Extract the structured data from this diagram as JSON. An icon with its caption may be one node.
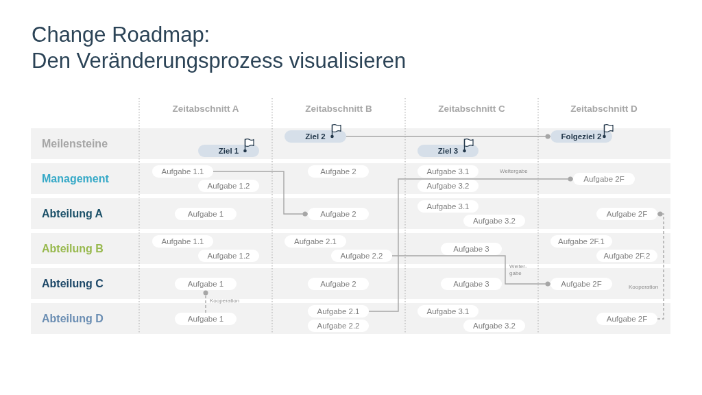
{
  "diagram": {
    "title": "Change Roadmap: Den Veränderungsprozess visualisieren",
    "nodes": [
      {
        "text": [
          "Meilensteine"
        ]
      },
      {
        "text": [
          "Ziel 1"
        ],
        "in": 0
      },
      {
        "text": [
          "Ziel 2"
        ],
        "in": 0
      },
      {
        "text": [
          "Ziel 3"
        ],
        "in": 0
      },
      {
        "text": [
          "Folgeziel 2"
        ],
        "in": 0
      },
      {
        "text": [
          "Management"
        ]
      },
      {
        "text": [
          "Aufgabe 1.1"
        ],
        "in": 5
      },
      {
        "text": [
          "Aufgabe 1.2"
        ],
        "in": 5
      },
      {
        "text": [
          "Aufgabe 2"
        ],
        "in": 5
      },
      {
        "text": [
          "Aufgabe 3.1"
        ],
        "in": 5
      },
      {
        "text": [
          "Aufgabe 3.2"
        ],
        "in": 5
      },
      {
        "text": [
          "Aufgabe 2F"
        ],
        "in": 5
      },
      {
        "text": [
          "Abteilung A"
        ]
      },
      {
        "text": [
          "Aufgabe 1"
        ],
        "in": 12
      },
      {
        "text": [
          "Aufgabe 2"
        ],
        "in": 12
      },
      {
        "text": [
          "Aufgabe 3.1"
        ],
        "in": 12
      },
      {
        "text": [
          "Aufgabe 3.2"
        ],
        "in": 12
      },
      {
        "text": [
          "Aufgabe 2F"
        ],
        "in": 12
      },
      {
        "text": [
          "Abteilung B"
        ]
      },
      {
        "text": [
          "Aufgabe 1.1"
        ],
        "in": 18
      },
      {
        "text": [
          "Aufgabe 1.2"
        ],
        "in": 18
      },
      {
        "text": [
          "Aufgabe 2.1"
        ],
        "in": 18
      },
      {
        "text": [
          "Aufgabe 2.2"
        ],
        "in": 18
      },
      {
        "text": [
          "Aufgabe 3"
        ],
        "in": 18
      },
      {
        "text": [
          "Aufgabe 2F.1"
        ],
        "in": 18
      },
      {
        "text": [
          "Aufgabe 2F.2"
        ],
        "in": 18
      },
      {
        "text": [
          "Abteilung C"
        ]
      },
      {
        "text": [
          "Aufgabe 1"
        ],
        "in": 26
      },
      {
        "text": [
          "Aufgabe 2"
        ],
        "in": 26
      },
      {
        "text": [
          "Aufgabe 3"
        ],
        "in": 26
      },
      {
        "text": [
          "Aufgabe 2F"
        ],
        "in": 26
      },
      {
        "text": [
          "Abteilung D"
        ]
      },
      {
        "text": [
          "Aufgabe 1"
        ],
        "in": 31
      },
      {
        "text": [
          "Aufgabe 2.1"
        ],
        "in": 31
      },
      {
        "text": [
          "Aufgabe 2.2"
        ],
        "in": 31
      },
      {
        "text": [
          "Aufgabe 3.1"
        ],
        "in": 31
      },
      {
        "text": [
          "Aufgabe 3.2"
        ],
        "in": 31
      },
      {
        "text": [
          "Aufgabe 2F"
        ],
        "in": 31
      }
    ],
    "edges": [
      {
        "from": 2,
        "to": 4,
        "arrow": "other"
      },
      {
        "from": 6,
        "to": 14,
        "arrow": "other"
      },
      {
        "from": 33,
        "to": 11,
        "arrow": "other",
        "label": "Weitergabe"
      },
      {
        "from": 22,
        "to": 30,
        "arrow": "other",
        "label": "Weiter-gabe"
      },
      {
        "from": 32,
        "to": 27,
        "arrow": "other",
        "label": "Kooperation",
        "style": "dashed"
      },
      {
        "from": 37,
        "to": 17,
        "arrow": "other",
        "label": "Kooperation",
        "style": "dashed"
      }
    ],
    "labels": [
      "Zeitabschnitt A",
      "Zeitabschnitt B",
      "Zeitabschnitt C",
      "Zeitabschnitt D"
    ]
  }
}
